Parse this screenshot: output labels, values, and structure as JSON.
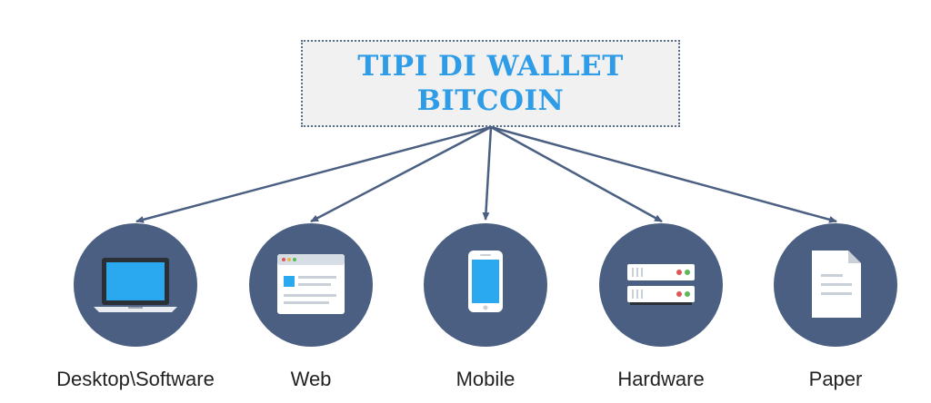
{
  "title": {
    "line1": "TIPI DI WALLET",
    "line2": "BITCOIN"
  },
  "wallets": [
    {
      "label": "Desktop\\Software",
      "icon": "laptop-icon"
    },
    {
      "label": "Web",
      "icon": "browser-window-icon"
    },
    {
      "label": "Mobile",
      "icon": "smartphone-icon"
    },
    {
      "label": "Hardware",
      "icon": "server-device-icon"
    },
    {
      "label": "Paper",
      "icon": "document-icon"
    }
  ],
  "colors": {
    "title_text": "#2e9ce6",
    "circle_fill": "#4a5f82",
    "connector": "#4a5f82",
    "screen_blue": "#2aa8f0"
  }
}
